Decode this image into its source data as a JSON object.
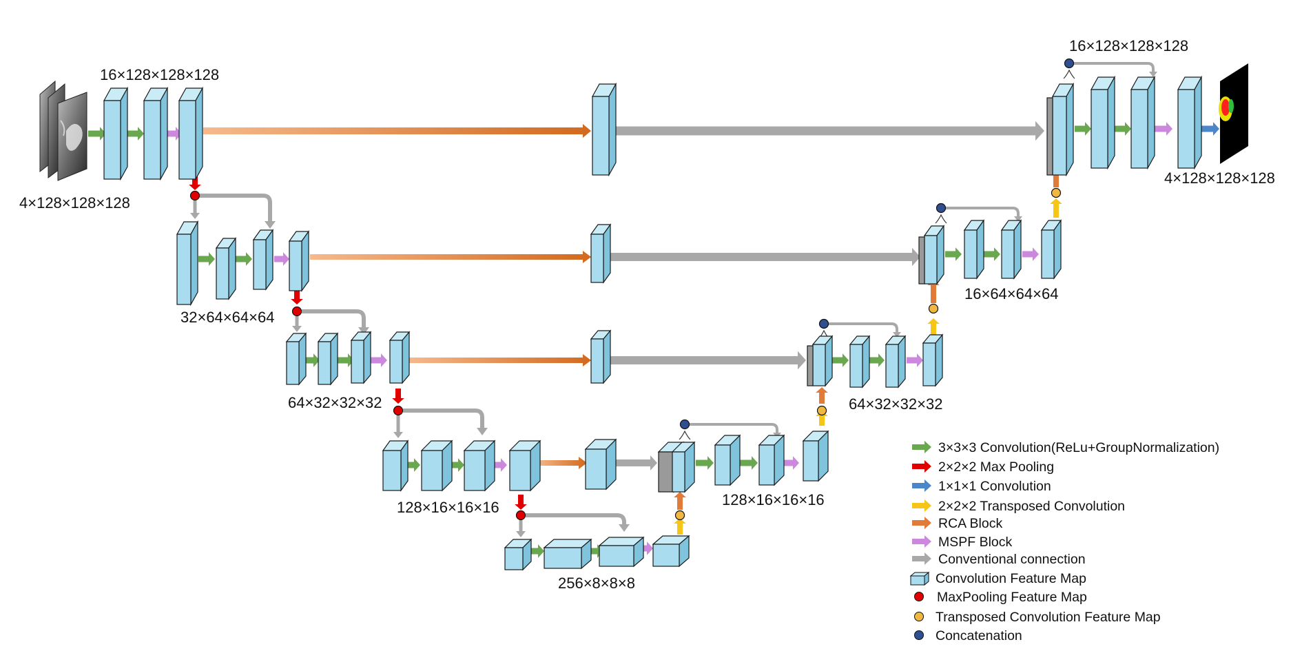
{
  "labels": {
    "input_size": "4×128×128×128",
    "enc1_size": "16×128×128×128",
    "enc2_size": "32×64×64×64",
    "enc3_size": "64×32×32×32",
    "enc4_size": "128×16×16×16",
    "bottleneck_size": "256×8×8×8",
    "dec4_size": "128×16×16×16",
    "dec3_size": "64×32×32×32",
    "dec2_size": "16×64×64×64",
    "dec1_size": "16×128×128×128",
    "output_size": "4×128×128×128"
  },
  "legend": {
    "conv3": "3×3×3 Convolution(ReLu+GroupNormalization)",
    "maxpool": "2×2×2 Max Pooling",
    "conv1": "1×1×1 Convolution",
    "transposed": "2×2×2 Transposed Convolution",
    "rca": "RCA Block",
    "mspf": "MSPF Block",
    "conventional": "Conventional connection",
    "feature_map": "Convolution Feature Map",
    "maxpool_map": "MaxPooling Feature Map",
    "transposed_map": "Transposed Convolution Feature Map",
    "concat": "Concatenation"
  },
  "colors": {
    "feature_map": "#a9dcee",
    "conv3": "#6aa84f",
    "maxpool": "#e00000",
    "conv1": "#4a86c8",
    "transposed": "#f5c518",
    "rca": "#e07b39",
    "mspf": "#cc88dd",
    "conventional": "#a8a8a8",
    "maxpool_dot": "#e00000",
    "transposed_dot": "#f0b840",
    "concat_dot": "#2f4f8f"
  }
}
